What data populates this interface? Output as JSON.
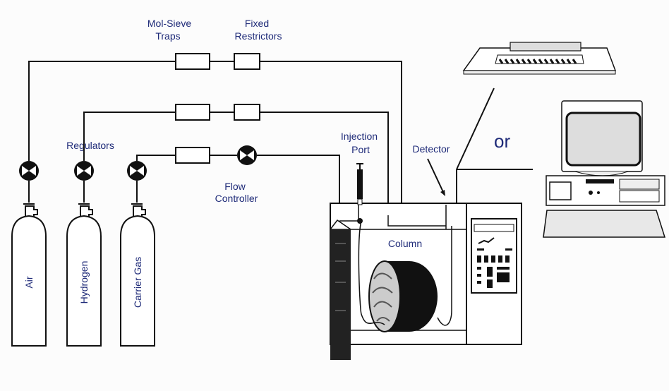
{
  "diagram": {
    "title": "Gas Chromatograph System Schematic",
    "labels": {
      "mol_sieve": [
        "Mol-Sieve",
        "Traps"
      ],
      "fixed_restrictors": [
        "Fixed",
        "Restrictors"
      ],
      "regulators": "Regulators",
      "flow_controller": [
        "Flow",
        "Controller"
      ],
      "injection_port": [
        "Injection",
        "Port"
      ],
      "detector": "Detector",
      "column": "Column",
      "or": "or"
    },
    "cylinders": [
      {
        "name": "Air"
      },
      {
        "name": "Hydrogen"
      },
      {
        "name": "Carrier Gas"
      }
    ],
    "output_devices": [
      "chart-recorder",
      "computer"
    ],
    "text_color": "#1e2a78"
  }
}
